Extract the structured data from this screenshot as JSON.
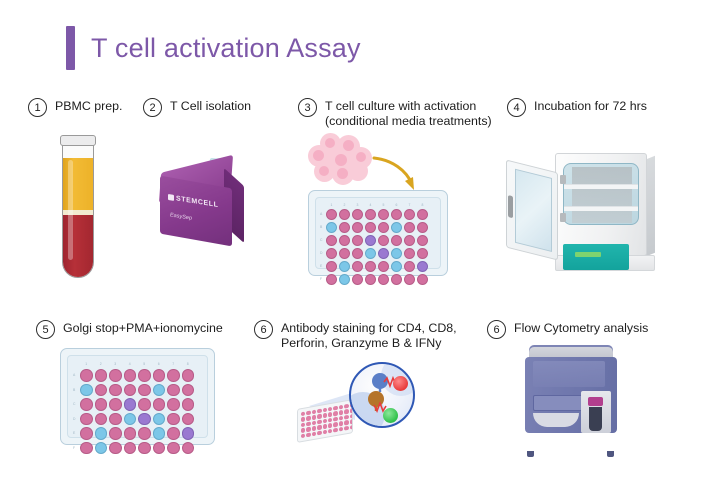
{
  "page": {
    "title": "T cell activation Assay",
    "accent_color": "#7d58a8",
    "background_color": "#ffffff"
  },
  "steps": [
    {
      "number": "1",
      "label": "PBMC prep.",
      "illustration": "blood-collection-tube",
      "tube": {
        "plasma_color": "#edb229",
        "buffy_coat_color": "#f2ead0",
        "red_cells_color": "#a32730"
      }
    },
    {
      "number": "2",
      "label": "T Cell isolation",
      "illustration": "easysep-kit-box",
      "kit": {
        "brand": "STEMCELL",
        "product": "EasySep",
        "box_color": "#85398c"
      }
    },
    {
      "number": "3",
      "label": "T cell culture with activation\n(conditional media  treatments)",
      "illustration": "cell-cluster-and-plate",
      "arrow_color": "#d9a520",
      "cell_cluster_color": "#f9ccd8"
    },
    {
      "number": "4",
      "label": "Incubation for 72 hrs",
      "illustration": "co2-incubator",
      "incubator": {
        "panel_color": "#13a39c",
        "body_color": "#f0f1f2"
      }
    },
    {
      "number": "5",
      "label": "Golgi stop+PMA+ionomycine",
      "illustration": "96-well-plate"
    },
    {
      "number": "6",
      "label": "Antibody staining for CD4, CD8,\nPerforin, Granzyme B & IFNy",
      "illustration": "antibody-staining-magnifier",
      "fluorophores": [
        "#e83b3b",
        "#2fc04a"
      ],
      "antibody_colors": [
        "#5b7fc7",
        "#b5742a"
      ]
    },
    {
      "number": "6",
      "label": "Flow Cytometry analysis",
      "illustration": "flow-cytometer",
      "instrument_color": "#6e76ac"
    }
  ],
  "plates": {
    "columns": [
      "1",
      "2",
      "3",
      "4",
      "5",
      "6",
      "7",
      "8"
    ],
    "rows": [
      "A",
      "B",
      "C",
      "D",
      "E",
      "F"
    ],
    "well_colors": {
      "pink": "#d2709f",
      "blue": "#7cc7e8",
      "purple": "#9a79d1"
    },
    "layout": [
      [
        "pink",
        "pink",
        "pink",
        "pink",
        "pink",
        "pink",
        "pink",
        "pink"
      ],
      [
        "blue",
        "pink",
        "pink",
        "pink",
        "pink",
        "blue",
        "pink",
        "pink"
      ],
      [
        "pink",
        "pink",
        "pink",
        "purple",
        "pink",
        "pink",
        "pink",
        "pink"
      ],
      [
        "pink",
        "pink",
        "pink",
        "blue",
        "purple",
        "blue",
        "pink",
        "pink"
      ],
      [
        "pink",
        "blue",
        "pink",
        "pink",
        "pink",
        "blue",
        "pink",
        "purple"
      ],
      [
        "pink",
        "blue",
        "pink",
        "pink",
        "pink",
        "pink",
        "pink",
        "pink"
      ]
    ]
  }
}
